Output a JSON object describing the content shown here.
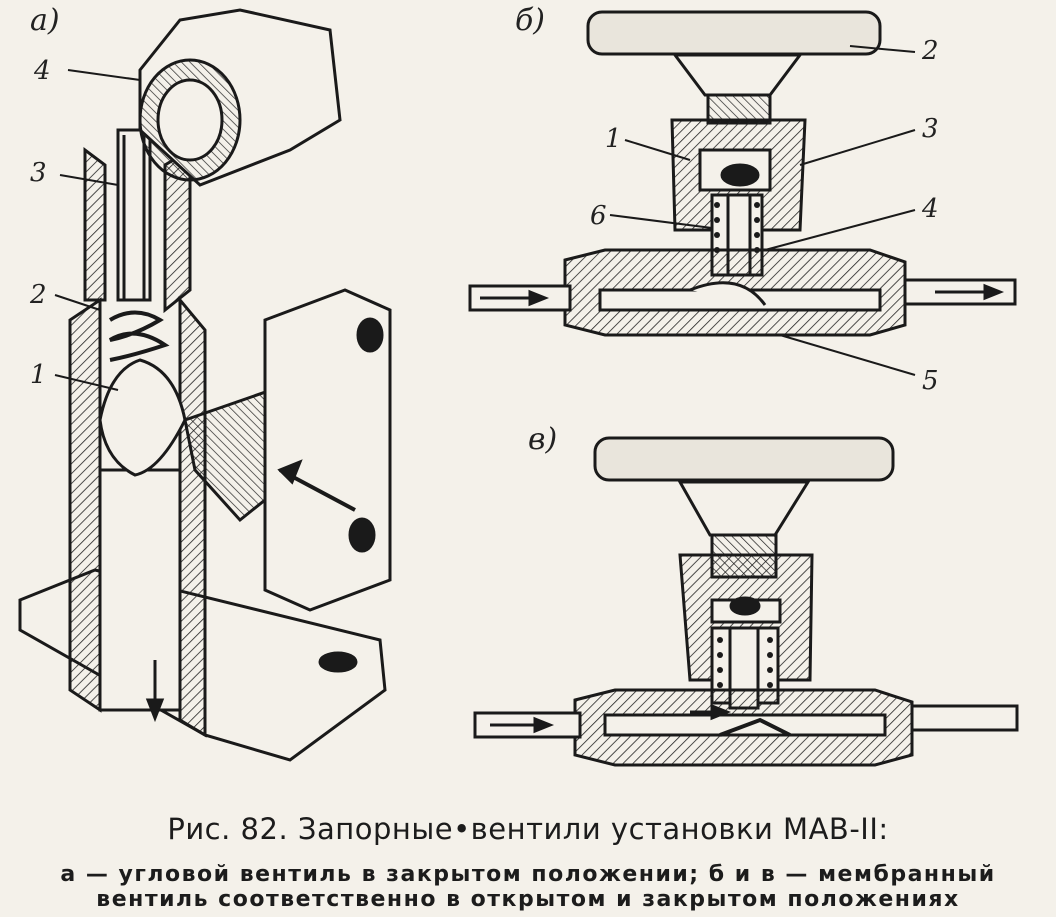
{
  "panels": {
    "a": {
      "label": "а)",
      "callouts": [
        "4",
        "3",
        "2",
        "1"
      ]
    },
    "b": {
      "label": "б)",
      "callouts": [
        "2",
        "3",
        "1",
        "6",
        "4",
        "5"
      ]
    },
    "c": {
      "label": "в)"
    }
  },
  "caption": {
    "title": "Рис. 82. Запорные•вентили установки МАВ-II:",
    "line1": "а — угловой вентиль в закрытом положении; б и в — мембранный",
    "line2": "вентиль соответственно в открытом и закрытом положениях"
  }
}
